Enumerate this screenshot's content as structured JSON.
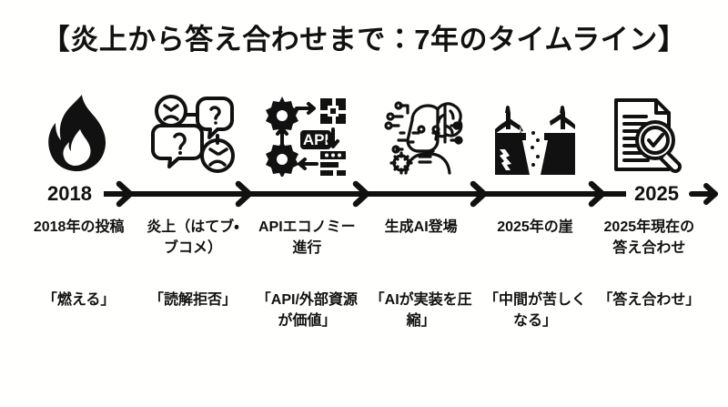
{
  "page": {
    "title": "【炎上から答え合わせまで：7年のタイムライン】",
    "background_color": "#fffffd",
    "ink_color": "#111111"
  },
  "timeline": {
    "start_year": "2018",
    "end_year": "2025",
    "axis_name": "timeline-arrow-axis"
  },
  "steps": [
    {
      "icon": "flame-icon",
      "label": "2018年の投稿",
      "quote": "「燃える」"
    },
    {
      "icon": "angry-faces-speech-bubbles-icon",
      "label": "炎上（はてブ・ブコメ）",
      "quote": "「読解拒否」"
    },
    {
      "icon": "api-economy-gears-icon",
      "label": "APIエコノミー進行",
      "quote": "「API/外部資源が価値」"
    },
    {
      "icon": "ai-robot-brain-icon",
      "label": "生成AI登場",
      "quote": "「AIが実装を圧縮」"
    },
    {
      "icon": "broken-bridge-cliff-icon",
      "label": "2025年の崖",
      "quote": "「中間が苦しくなる」"
    },
    {
      "icon": "document-magnifier-check-icon",
      "label": "2025年現在の答え合わせ",
      "quote": "「答え合わせ」"
    }
  ]
}
